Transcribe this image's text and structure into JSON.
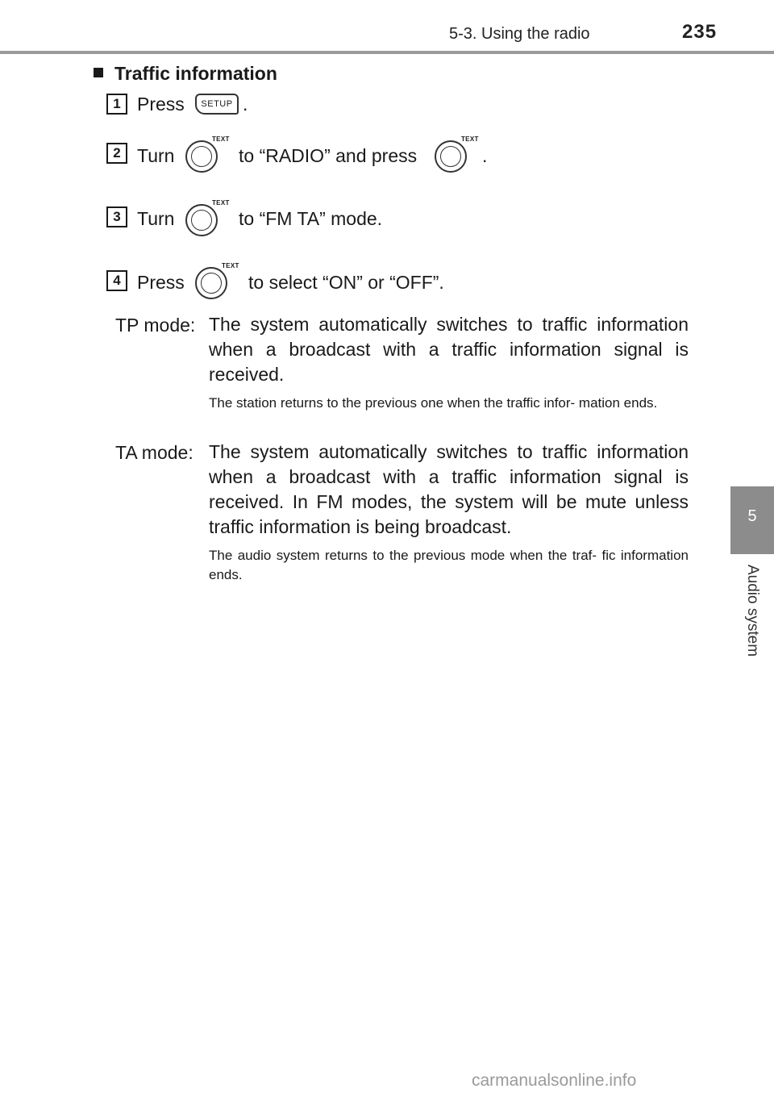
{
  "header": {
    "section": "5-3. Using the radio",
    "page_number": "235"
  },
  "side_tab": {
    "chapter_number": "5",
    "chapter_title": "Audio system"
  },
  "heading": "Traffic information",
  "steps": [
    {
      "number": "1",
      "pre": "Press",
      "post": "."
    },
    {
      "number": "2",
      "pre": "Turn",
      "mid": "to “RADIO” and press",
      "post": "."
    },
    {
      "number": "3",
      "pre": "Turn",
      "post": "to “FM TA” mode."
    },
    {
      "number": "4",
      "pre": "Press",
      "post": "to select “ON” or “OFF”."
    }
  ],
  "icons": {
    "setup_key_label": "SETUP",
    "knob_label": "TEXT"
  },
  "modes": [
    {
      "label": "TP mode:",
      "description": "The system automatically switches to traffic information when a broadcast with a traffic information signal is received.",
      "note": "The station returns to the previous one when the traffic infor- mation ends."
    },
    {
      "label": "TA mode:",
      "description": "The system automatically switches to traffic information when a broadcast with a traffic information signal is received. In FM modes, the system will be mute unless traffic information is being broadcast.",
      "note": "The audio system returns to the previous mode when the traf- fic information ends."
    }
  ],
  "footer": "carmanualsonline.info"
}
